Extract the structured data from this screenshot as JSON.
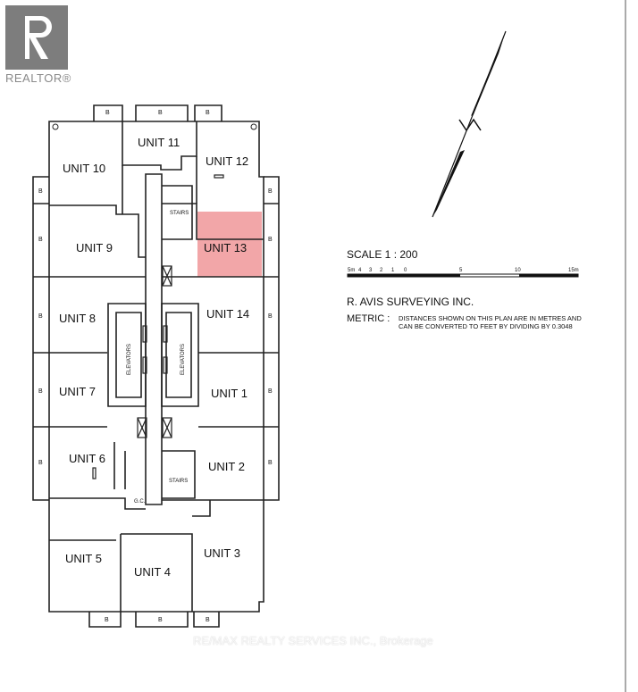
{
  "logo": {
    "text": "REALTOR®",
    "icon": "realtor-r-logo"
  },
  "watermark": "RE/MAX REALTY SERVICES INC., Brokerage",
  "highlight_color": "#f2a6a8",
  "plan": {
    "units": {
      "u10": "UNIT  10",
      "u11": "UNIT 11",
      "u12": "UNIT 12",
      "u9": "UNIT 9",
      "u13": "UNIT 13",
      "u8": "UNIT 8",
      "u14": "UNIT 14",
      "u7": "UNIT 7",
      "u1": "UNIT 1",
      "u6": "UNIT 6",
      "u2": "UNIT 2",
      "u5": "UNIT 5",
      "u4": "UNIT 4",
      "u3": "UNIT 3"
    },
    "stairs_label": "STAIRS",
    "elevators_label": "ELEVATORS",
    "gc_label": "G.C.",
    "balcony_label": "B"
  },
  "scale": {
    "title": "SCALE   1  :  200",
    "ticks": [
      "5m",
      "4",
      "3",
      "2",
      "1",
      "0",
      "5",
      "10",
      "15m"
    ]
  },
  "surveyor": "R. AVIS SURVEYING INC.",
  "metric": {
    "label": "METRIC  :",
    "line1": "DISTANCES SHOWN ON THIS PLAN ARE IN METRES AND",
    "line2": "CAN BE CONVERTED TO FEET BY DIVIDING BY 0.3048"
  },
  "north_symbol": "north-arrow-icon"
}
